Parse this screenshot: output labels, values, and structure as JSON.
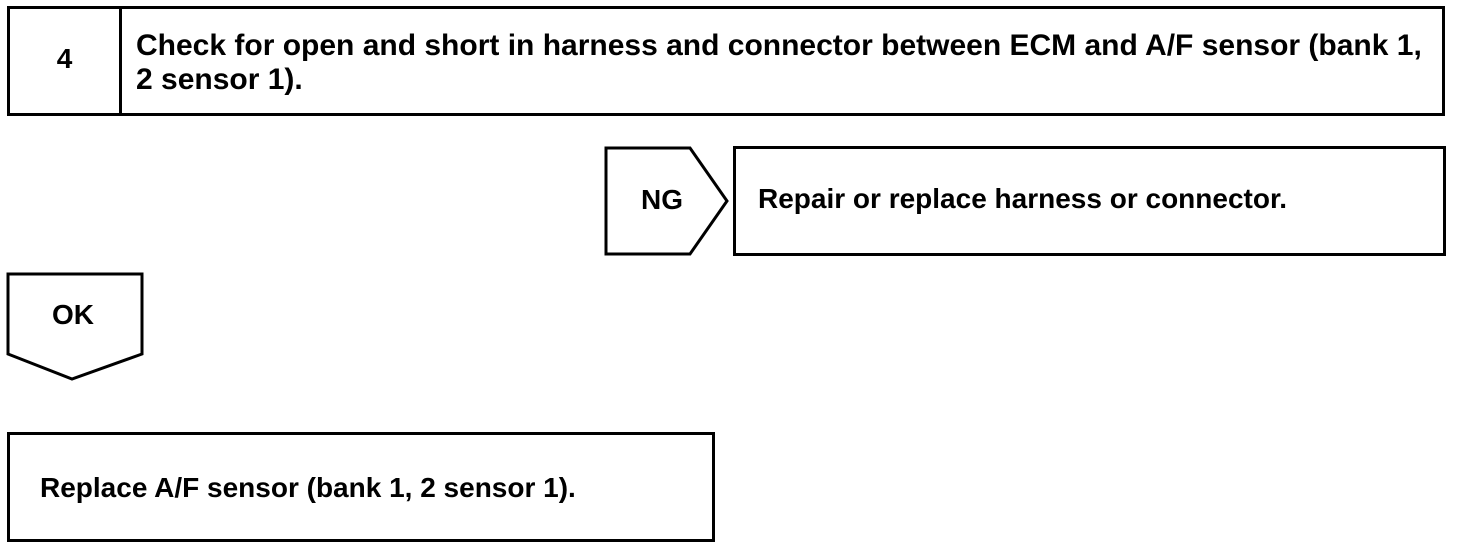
{
  "step": {
    "number": "4",
    "title": "Check for open and short in harness and connector between ECM and A/F sensor (bank 1, 2 sensor 1)."
  },
  "ng_branch": {
    "label": "NG",
    "action": "Repair or replace harness or connector."
  },
  "ok_branch": {
    "label": "OK",
    "action": "Replace A/F sensor (bank 1, 2 sensor 1)."
  },
  "colors": {
    "line": "#000000",
    "background": "#ffffff"
  }
}
